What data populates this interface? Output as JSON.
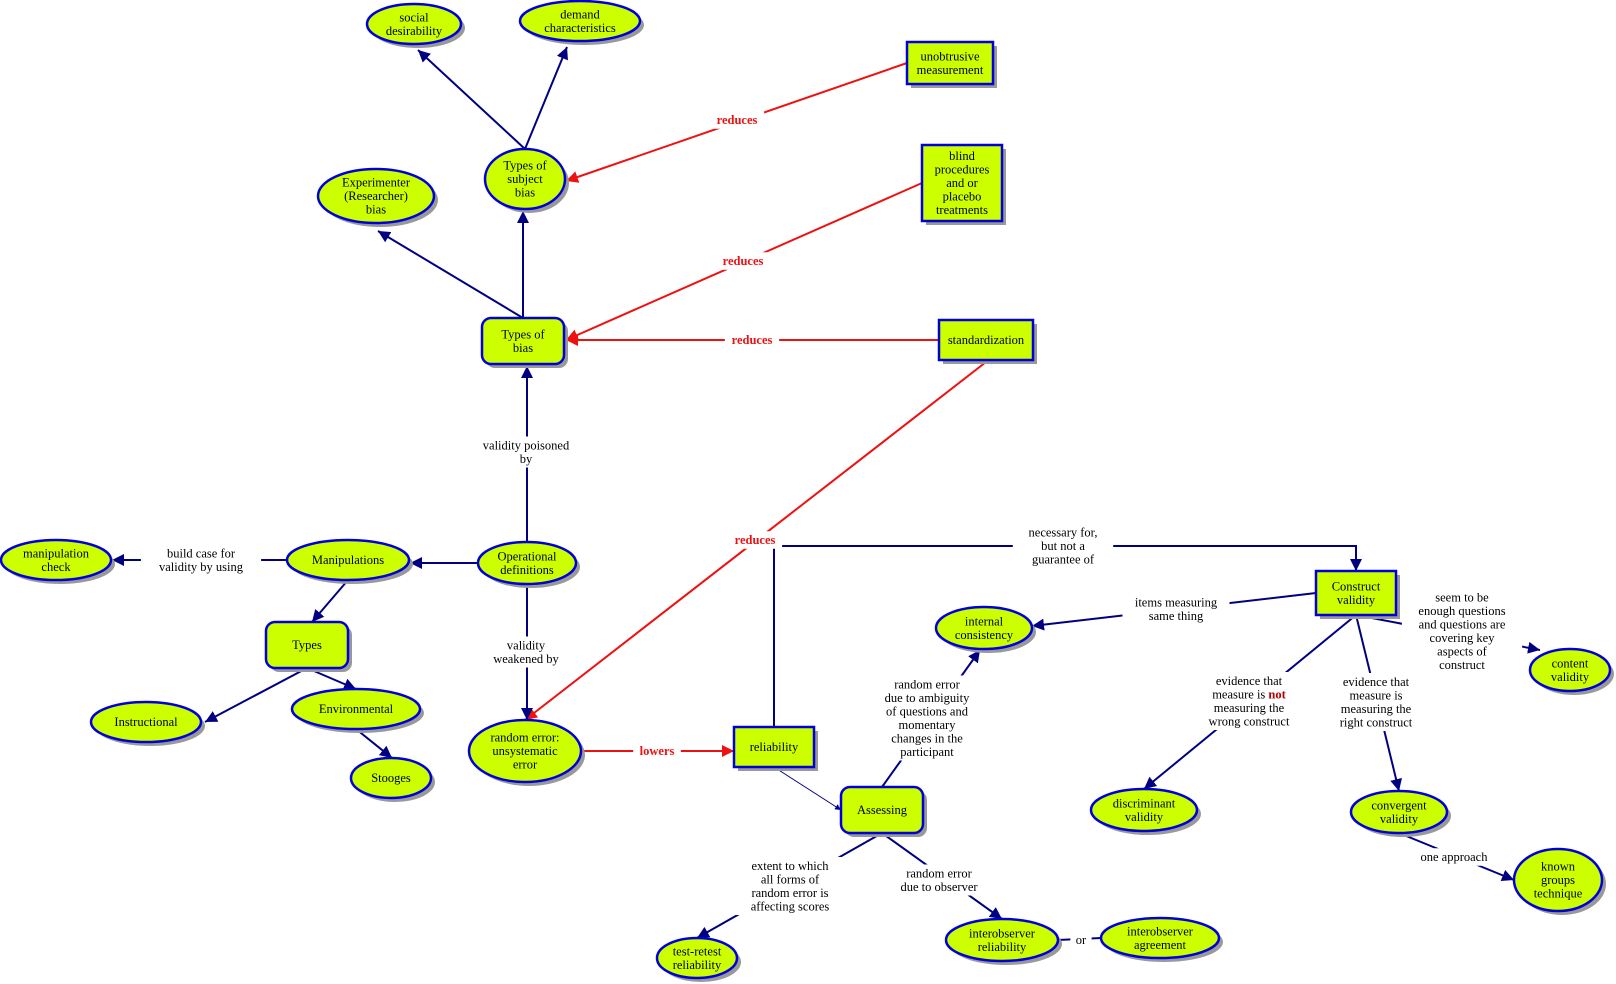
{
  "colors": {
    "node_fill": "#ccff00",
    "node_stroke": "#0000dd",
    "shadow": "#999999",
    "link_blue": "#000080",
    "link_red": "#ee1111"
  },
  "nodes": [
    {
      "id": "social",
      "shape": "ellipse",
      "lines": [
        "social",
        "desirability"
      ]
    },
    {
      "id": "demand",
      "shape": "ellipse",
      "lines": [
        "demand",
        "characteristics"
      ]
    },
    {
      "id": "unobtrusive",
      "shape": "rect",
      "lines": [
        "unobtrusive",
        "measurement"
      ]
    },
    {
      "id": "subjbias",
      "shape": "ellipse",
      "lines": [
        "Types of",
        "subject",
        "bias"
      ]
    },
    {
      "id": "experimenter",
      "shape": "ellipse",
      "lines": [
        "Experimenter",
        "(Researcher)",
        "bias"
      ]
    },
    {
      "id": "blind",
      "shape": "rect",
      "lines": [
        "blind",
        "procedures",
        "and or",
        "placebo",
        "treatments"
      ]
    },
    {
      "id": "typesbias",
      "shape": "roundrect",
      "lines": [
        "Types of",
        "bias"
      ]
    },
    {
      "id": "standard",
      "shape": "rect",
      "lines": [
        "standardization"
      ]
    },
    {
      "id": "manipcheck",
      "shape": "ellipse",
      "lines": [
        "manipulation",
        "check"
      ]
    },
    {
      "id": "manipulations",
      "shape": "ellipse",
      "lines": [
        "Manipulations"
      ]
    },
    {
      "id": "opdef",
      "shape": "ellipse",
      "lines": [
        "Operational",
        "definitions"
      ]
    },
    {
      "id": "types",
      "shape": "roundrect",
      "lines": [
        "Types"
      ]
    },
    {
      "id": "instructional",
      "shape": "ellipse",
      "lines": [
        "Instructional"
      ]
    },
    {
      "id": "environmental",
      "shape": "ellipse",
      "lines": [
        "Environmental"
      ]
    },
    {
      "id": "stooges",
      "shape": "ellipse",
      "lines": [
        "Stooges"
      ]
    },
    {
      "id": "randomerr",
      "shape": "ellipse",
      "lines": [
        "random error:",
        "unsystematic",
        "error"
      ]
    },
    {
      "id": "reliability",
      "shape": "rect",
      "lines": [
        "reliability"
      ]
    },
    {
      "id": "assessing",
      "shape": "roundrect",
      "lines": [
        "Assessing"
      ]
    },
    {
      "id": "internal",
      "shape": "ellipse",
      "lines": [
        "internal",
        "consistency"
      ]
    },
    {
      "id": "construct",
      "shape": "rect",
      "lines": [
        "Construct",
        "validity"
      ]
    },
    {
      "id": "content",
      "shape": "ellipse",
      "lines": [
        "content",
        "validity"
      ]
    },
    {
      "id": "discriminant",
      "shape": "ellipse",
      "lines": [
        "discriminant",
        "validity"
      ]
    },
    {
      "id": "convergent",
      "shape": "ellipse",
      "lines": [
        "convergent",
        "validity"
      ]
    },
    {
      "id": "known",
      "shape": "ellipse",
      "lines": [
        "known",
        "groups",
        "technique"
      ]
    },
    {
      "id": "testretest",
      "shape": "ellipse",
      "lines": [
        "test-retest",
        "reliability"
      ]
    },
    {
      "id": "interrel",
      "shape": "ellipse",
      "lines": [
        "interobserver",
        "reliability"
      ]
    },
    {
      "id": "interagr",
      "shape": "ellipse",
      "lines": [
        "interobserver",
        "agreement"
      ]
    }
  ],
  "links": [
    {
      "id": "l-subj-social",
      "from": "subjbias",
      "to": "social",
      "color": "blue",
      "label": []
    },
    {
      "id": "l-subj-demand",
      "from": "subjbias",
      "to": "demand",
      "color": "blue",
      "label": []
    },
    {
      "id": "l-unob-subj",
      "from": "unobtrusive",
      "to": "subjbias",
      "color": "red",
      "label": [
        "reduces"
      ]
    },
    {
      "id": "l-bias-exp",
      "from": "typesbias",
      "to": "experimenter",
      "color": "blue",
      "label": []
    },
    {
      "id": "l-bias-subj",
      "from": "typesbias",
      "to": "subjbias",
      "color": "blue",
      "label": []
    },
    {
      "id": "l-blind-bias",
      "from": "blind",
      "to": "typesbias",
      "color": "red",
      "label": [
        "reduces"
      ]
    },
    {
      "id": "l-std-bias",
      "from": "standard",
      "to": "typesbias",
      "color": "red",
      "label": [
        "reduces"
      ]
    },
    {
      "id": "l-std-rand",
      "from": "standard",
      "to": "randomerr",
      "color": "red",
      "label": [
        "reduces"
      ]
    },
    {
      "id": "l-op-bias",
      "from": "opdef",
      "to": "typesbias",
      "color": "blue",
      "label": [
        "validity poisoned",
        "by"
      ]
    },
    {
      "id": "l-op-manip",
      "from": "opdef",
      "to": "manipulations",
      "color": "blue",
      "label": []
    },
    {
      "id": "l-manip-check",
      "from": "manipulations",
      "to": "manipcheck",
      "color": "blue",
      "label": [
        "build case for",
        "validity by using"
      ]
    },
    {
      "id": "l-manip-types",
      "from": "manipulations",
      "to": "types",
      "color": "blue",
      "label": []
    },
    {
      "id": "l-types-instr",
      "from": "types",
      "to": "instructional",
      "color": "blue",
      "label": []
    },
    {
      "id": "l-types-env",
      "from": "types",
      "to": "environmental",
      "color": "blue",
      "label": []
    },
    {
      "id": "l-env-stooges",
      "from": "environmental",
      "to": "stooges",
      "color": "blue",
      "label": []
    },
    {
      "id": "l-op-rand",
      "from": "opdef",
      "to": "randomerr",
      "color": "blue",
      "label": [
        "validity",
        "weakened by"
      ]
    },
    {
      "id": "l-rand-rel",
      "from": "randomerr",
      "to": "reliability",
      "color": "red",
      "label": [
        "lowers"
      ]
    },
    {
      "id": "l-rel-construct",
      "from": "reliability",
      "to": "construct",
      "color": "blue",
      "label": [
        "necessary for,",
        "but not a",
        "guarantee of"
      ]
    },
    {
      "id": "l-rel-assess",
      "from": "reliability",
      "to": "assessing",
      "color": "blue",
      "label": []
    },
    {
      "id": "l-assess-internal",
      "from": "assessing",
      "to": "internal",
      "color": "blue",
      "label": [
        "random error",
        "due to ambiguity",
        "of questions and",
        "momentary",
        "changes in the",
        "participant"
      ]
    },
    {
      "id": "l-assess-test",
      "from": "assessing",
      "to": "testretest",
      "color": "blue",
      "label": [
        "extent to which",
        "all forms of",
        "random error is",
        "affecting scores"
      ]
    },
    {
      "id": "l-assess-inter",
      "from": "assessing",
      "to": "interrel",
      "color": "blue",
      "label": [
        "random error",
        "due to observer"
      ]
    },
    {
      "id": "l-inter-or",
      "from": "interrel",
      "to": "interagr",
      "color": "blue",
      "label": [
        "or"
      ]
    },
    {
      "id": "l-construct-internal",
      "from": "construct",
      "to": "internal",
      "color": "blue",
      "label": [
        "items measuring",
        "same thing"
      ]
    },
    {
      "id": "l-construct-content",
      "from": "construct",
      "to": "content",
      "color": "blue",
      "label": [
        "seem to be",
        "enough questions",
        "and questions are",
        "covering key",
        "aspects of",
        "construct"
      ]
    },
    {
      "id": "l-construct-discr",
      "from": "construct",
      "to": "discriminant",
      "color": "blue",
      "label": [
        "evidence that",
        "measure is not",
        "measuring the",
        "wrong construct"
      ],
      "emphasis_word": "not"
    },
    {
      "id": "l-construct-conv",
      "from": "construct",
      "to": "convergent",
      "color": "blue",
      "label": [
        "evidence that",
        "measure is",
        "measuring the",
        "right construct"
      ]
    },
    {
      "id": "l-conv-known",
      "from": "convergent",
      "to": "known",
      "color": "blue",
      "label": [
        "one approach"
      ]
    }
  ]
}
